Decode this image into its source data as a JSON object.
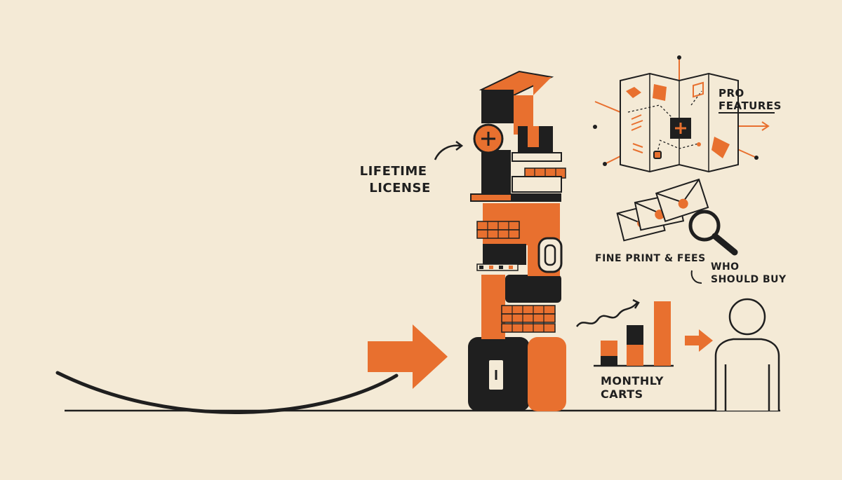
{
  "labels": {
    "lifetime_license": [
      "LIFETIME",
      "LICENSE"
    ],
    "pro_features": [
      "PRO",
      "FEATURES"
    ],
    "fine_print": "FINE PRINT & FEES",
    "who_should_buy": [
      "WHO",
      "SHOULD BUY"
    ],
    "monthly_carts": [
      "MONTHLY",
      "CARTS"
    ]
  },
  "colors": {
    "background": "#f4ead6",
    "accent": "#e8702f",
    "ink": "#1f1f1f"
  },
  "icons": [
    "plus-icon",
    "magnifier-icon",
    "envelope-icon",
    "map-icon",
    "person-icon",
    "arrow-icon",
    "bar-chart-icon"
  ]
}
